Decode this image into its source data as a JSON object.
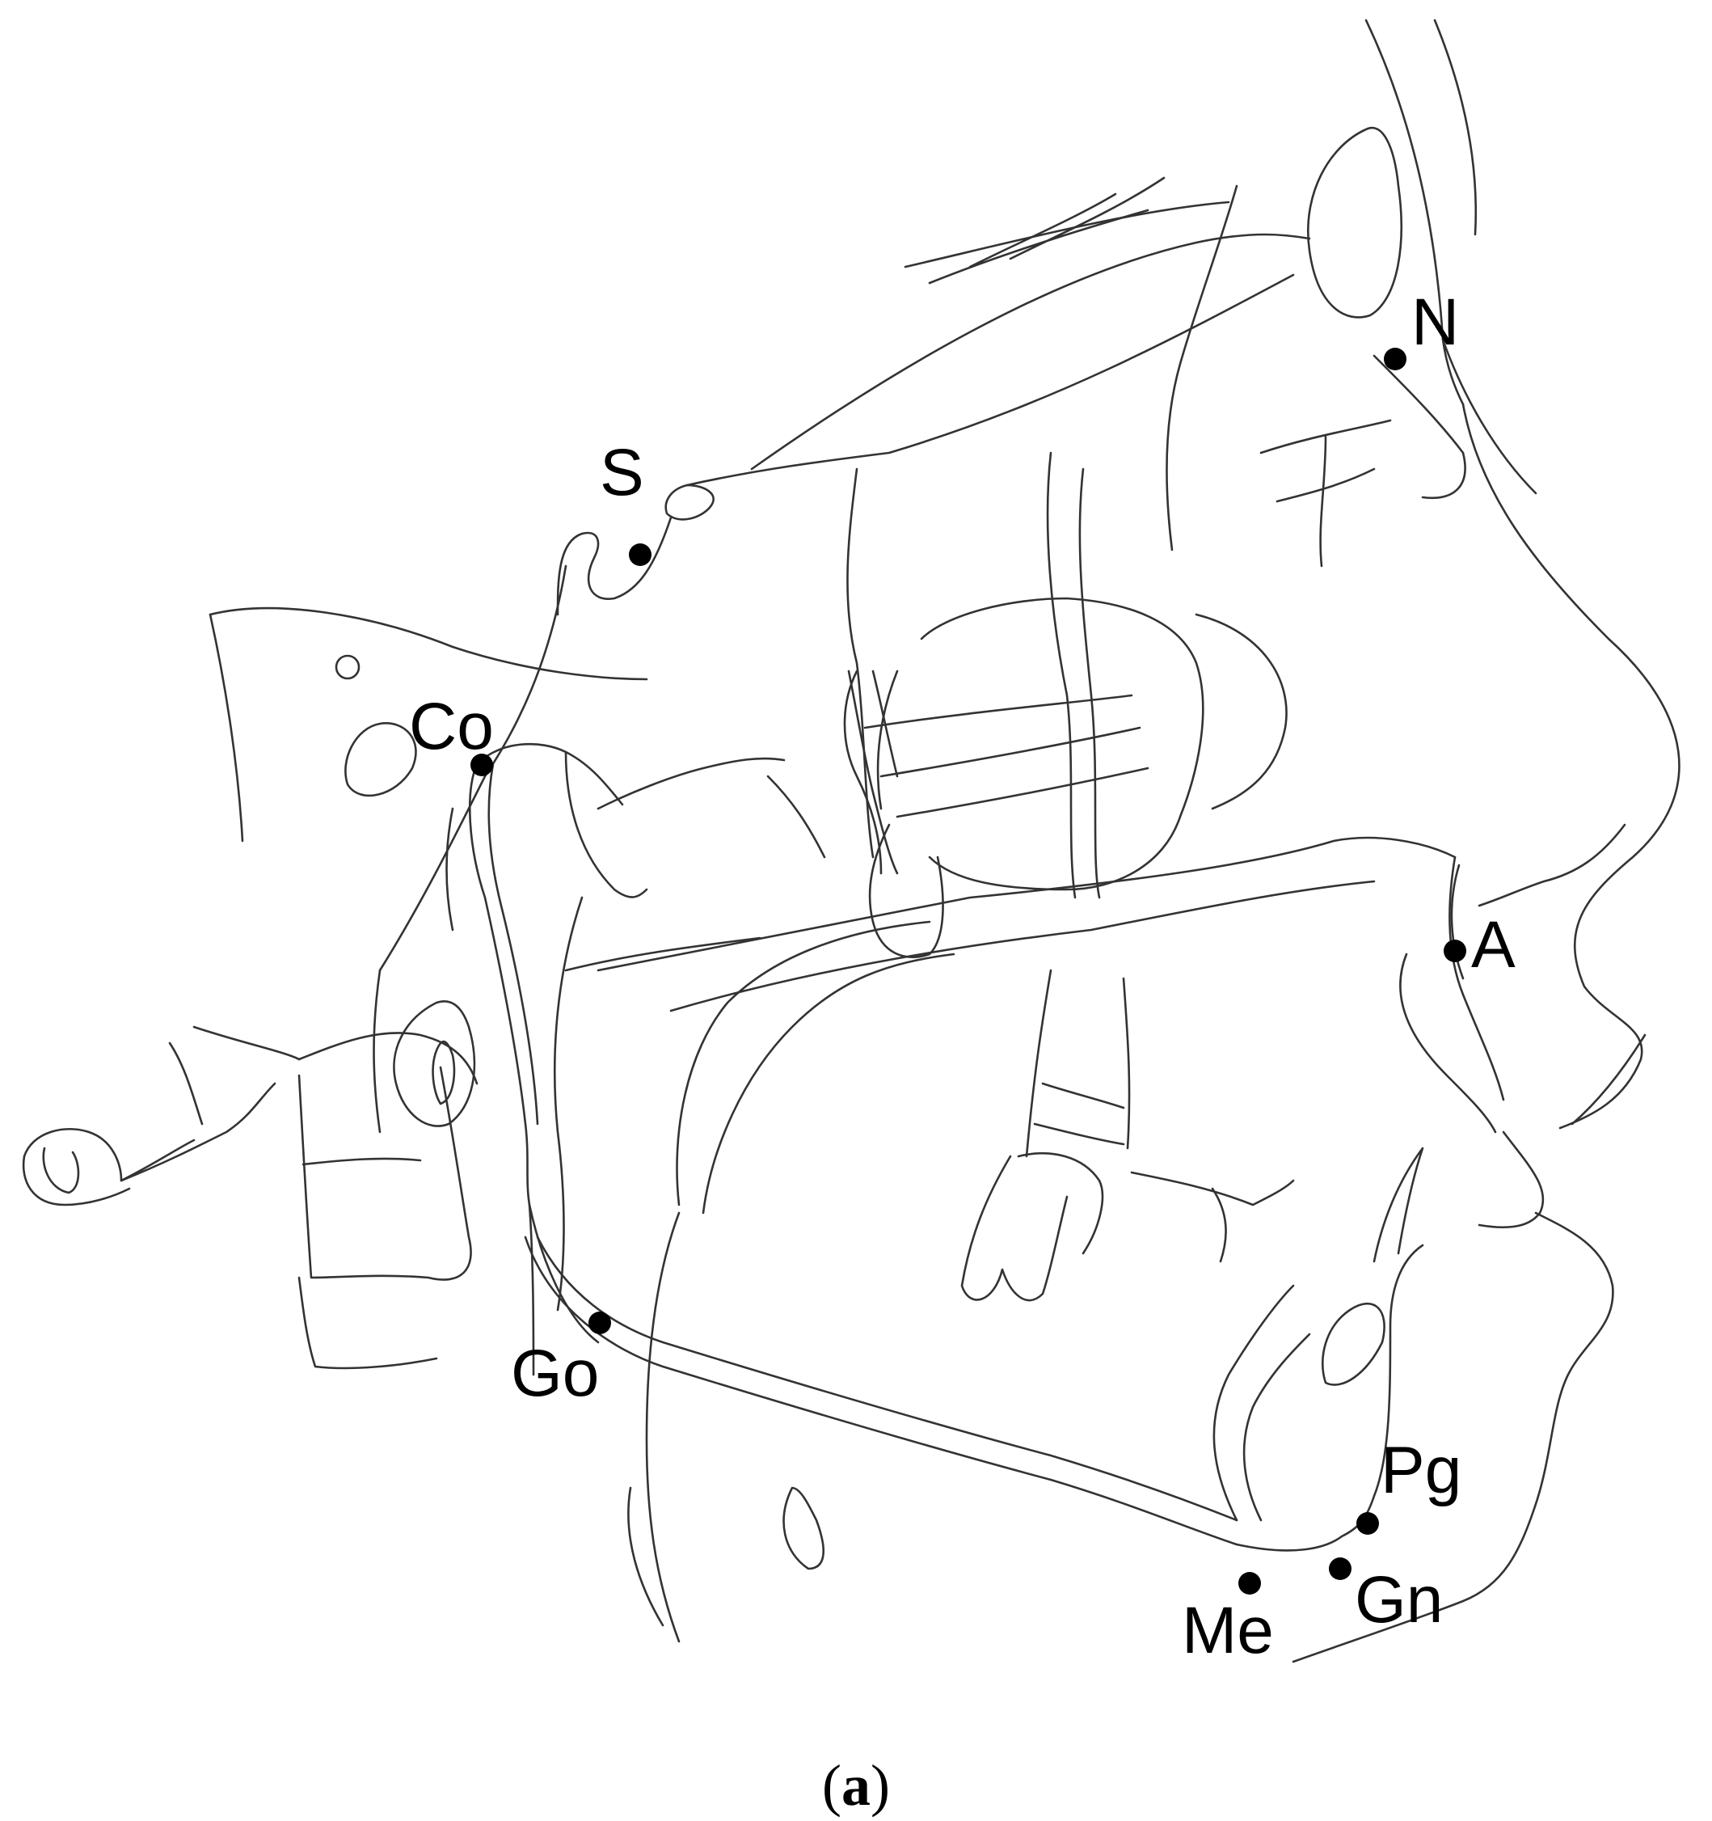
{
  "figure": {
    "panel_open": "(",
    "panel_letter": "a",
    "panel_close": ")"
  },
  "landmarks": [
    {
      "id": "S",
      "label": "S"
    },
    {
      "id": "N",
      "label": "N"
    },
    {
      "id": "Co",
      "label": "Co"
    },
    {
      "id": "A",
      "label": "A"
    },
    {
      "id": "Go",
      "label": "Go"
    },
    {
      "id": "Pg",
      "label": "Pg"
    },
    {
      "id": "Gn",
      "label": "Gn"
    },
    {
      "id": "Me",
      "label": "Me"
    }
  ],
  "colors": {
    "line": "#333333",
    "dot": "#000000",
    "background": "#ffffff"
  }
}
